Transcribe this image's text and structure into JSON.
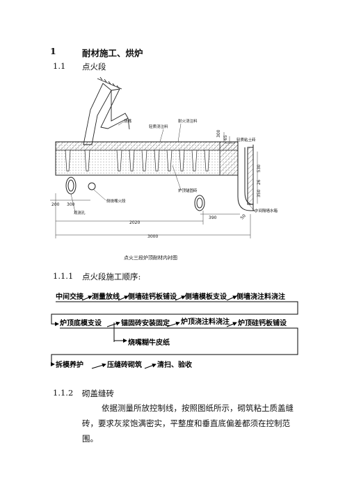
{
  "section": {
    "number": "1",
    "title": "耐材施工、烘炉"
  },
  "sub": {
    "number": "1.1",
    "title": "点火段"
  },
  "figure": {
    "caption": "点火三段炉顶耐材内衬图",
    "labels": {
      "burner": "烧嘴",
      "light_castable": "轻质浇注料",
      "refractory_castable": "耐火浇注料",
      "light_clay_brick": "轻质粘土砖",
      "side_ignition": "侧烧嘴火段",
      "observe_hole": "观测孔",
      "anchor_brick": "炉顶锚固砖",
      "mid_water_box": "中间隔墙水箱"
    },
    "dims": {
      "d300a": "300",
      "d65": "65",
      "d530": "530",
      "d26": "26",
      "d350": "350",
      "d200": "200",
      "d300b": "300",
      "d390": "390",
      "d2020": "2020",
      "d3000": "3000",
      "d50": "50"
    }
  },
  "s111": {
    "number": "1.1.1",
    "title": "点火段施工顺序:"
  },
  "flow": {
    "row1": [
      "中间交接",
      "测量放线",
      "侧墙硅钙板铺设",
      "侧墙模板支设",
      "侧墙浇注料浇注"
    ],
    "row2": [
      "炉顶底模支设",
      "锚固砖安装固定",
      "炉顶浇注料浇注",
      "炉顶硅钙板铺设"
    ],
    "branch": "烧嘴糊牛皮纸",
    "row3": [
      "拆模养护",
      "压缝砖砌筑",
      "清扫、验收"
    ]
  },
  "s112": {
    "number": "1.1.2",
    "title": "砌盖缝砖",
    "lines": [
      "依据测量所放控制线，按照图纸所示，砌筑粘土质盖缝",
      "砖，要求灰浆饱满密实，平整度和垂直底偏差都须在控制范",
      "围。"
    ]
  }
}
